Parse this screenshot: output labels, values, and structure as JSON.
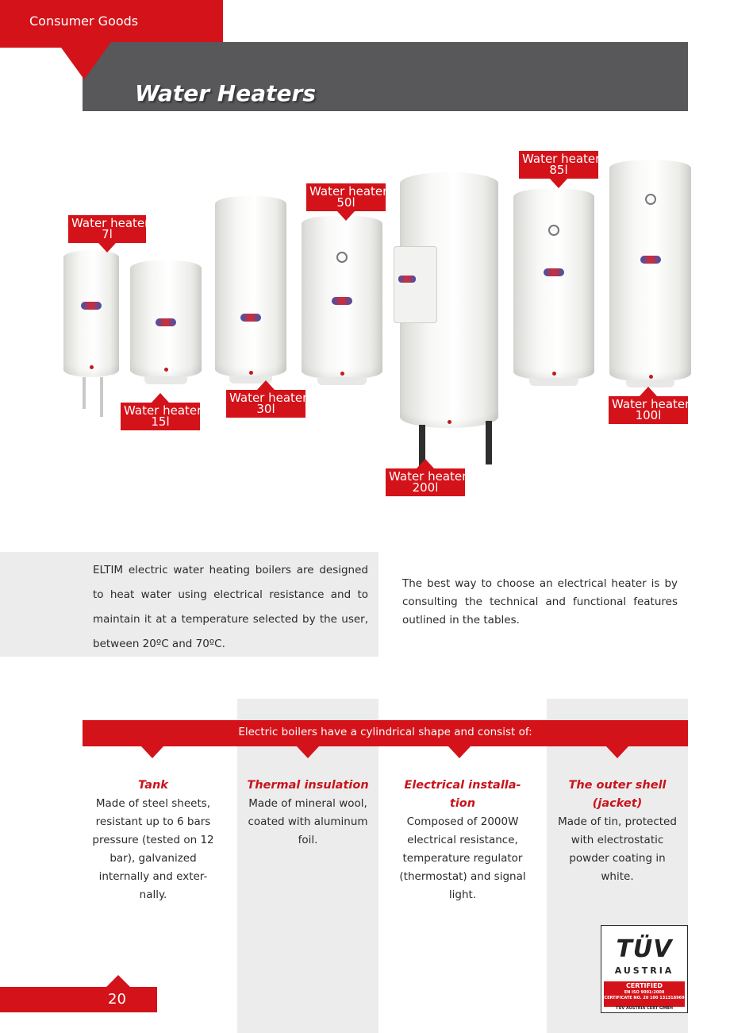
{
  "header": {
    "category": "Consumer Goods",
    "title": "Water Heaters"
  },
  "products": [
    {
      "line1": "Water heater",
      "line2": "7l"
    },
    {
      "line1": "Water heater",
      "line2": "15l"
    },
    {
      "line1": "Water heater",
      "line2": "30l"
    },
    {
      "line1": "Water heater",
      "line2": "50l"
    },
    {
      "line1": "Water heater",
      "line2": "200l"
    },
    {
      "line1": "Water heater",
      "line2": "85l"
    },
    {
      "line1": "Water heater",
      "line2": "100l"
    }
  ],
  "intro": {
    "left": "ELTIM electric water heating boilers are designed to heat water using electrical resistance and to maintain it at a temperature selected by the user, between 20ºC and 70ºC.",
    "right": "The best way to choose an electrical heater is by consulting the technical and functional features outlined in the tables."
  },
  "components": {
    "heading": "Electric boilers have a cylindrical shape and consist of:",
    "items": [
      {
        "title": "Tank",
        "desc": "Made of steel sheets, resistant up to 6 bars pressure (tested on 12 bar), galvanized internally and exter-nally."
      },
      {
        "title": "Thermal insulation",
        "desc": "Made of mineral wool, coated with aluminum foil."
      },
      {
        "title": "Electrical installa-tion",
        "desc": "Composed of 2000W electrical resistance, temperature regulator (thermostat) and signal light."
      },
      {
        "title": "The outer shell (jacket)",
        "desc": "Made of tin, protected with electrostatic powder coating in white."
      }
    ]
  },
  "badge": {
    "logo": "TÜV",
    "country": "AUSTRIA",
    "certified": "CERTIFIED",
    "standard": "EN ISO 9001:2008",
    "cert_no": "CERTIFICATE NO. 20 100 131318969",
    "issuer": "TÜV AUSTRIA CERT GMBH"
  },
  "page_number": "20",
  "colors": {
    "accent": "#d41219",
    "title_bar": "#58585a",
    "panel": "#ececec"
  }
}
